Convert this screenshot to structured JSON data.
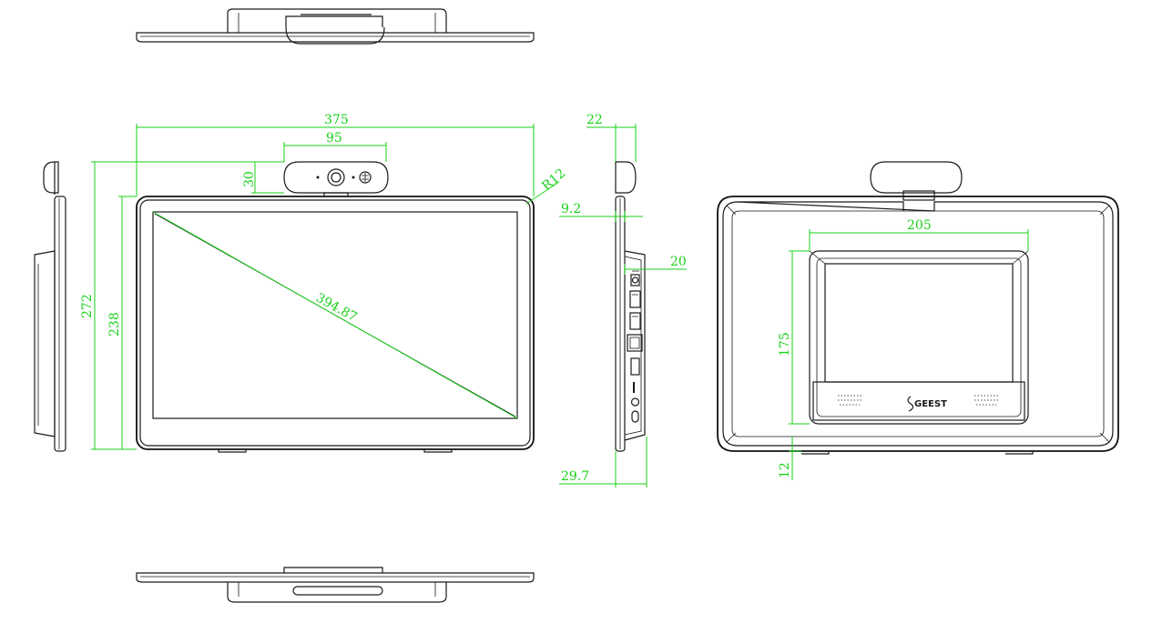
{
  "dimensions": {
    "overall_width": "375",
    "camera_width": "95",
    "camera_height": "30",
    "corner_radius": "R12",
    "overall_height": "272",
    "panel_height": "238",
    "diagonal": "394.87",
    "side_camera_depth": "22",
    "side_panel_thickness": "9.2",
    "side_box_offset": "20",
    "side_total_depth": "29.7",
    "vesa_width": "205",
    "vesa_height": "175",
    "vesa_bottom_offset": "12"
  },
  "logo_text": "GEEST",
  "colors": {
    "outline": "#1a1a1a",
    "dimension": "#19d119",
    "background": "#ffffff"
  }
}
